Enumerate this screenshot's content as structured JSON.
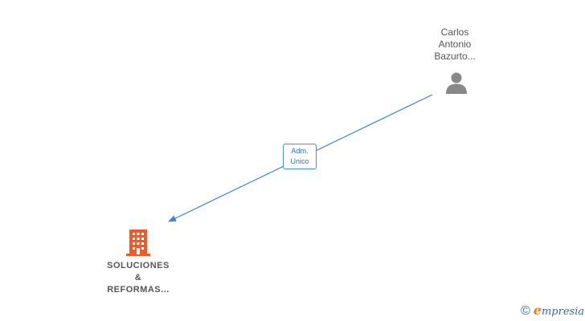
{
  "person": {
    "name_lines": [
      "Carlos",
      "Antonio",
      "Bazurto..."
    ],
    "icon": "person-icon"
  },
  "relation": {
    "label_lines": [
      "Adm.",
      "Unico"
    ]
  },
  "company": {
    "name_lines": [
      "SOLUCIONES",
      "&",
      "REFORMAS..."
    ],
    "icon": "building-icon"
  },
  "watermark": {
    "symbol": "©",
    "brand": "mpresia"
  },
  "colors": {
    "edge": "#3a84d0",
    "company_icon": "#f05a28",
    "person_icon": "#888888",
    "brand_blue": "#2e6db4",
    "brand_orange": "#f07e1b"
  }
}
